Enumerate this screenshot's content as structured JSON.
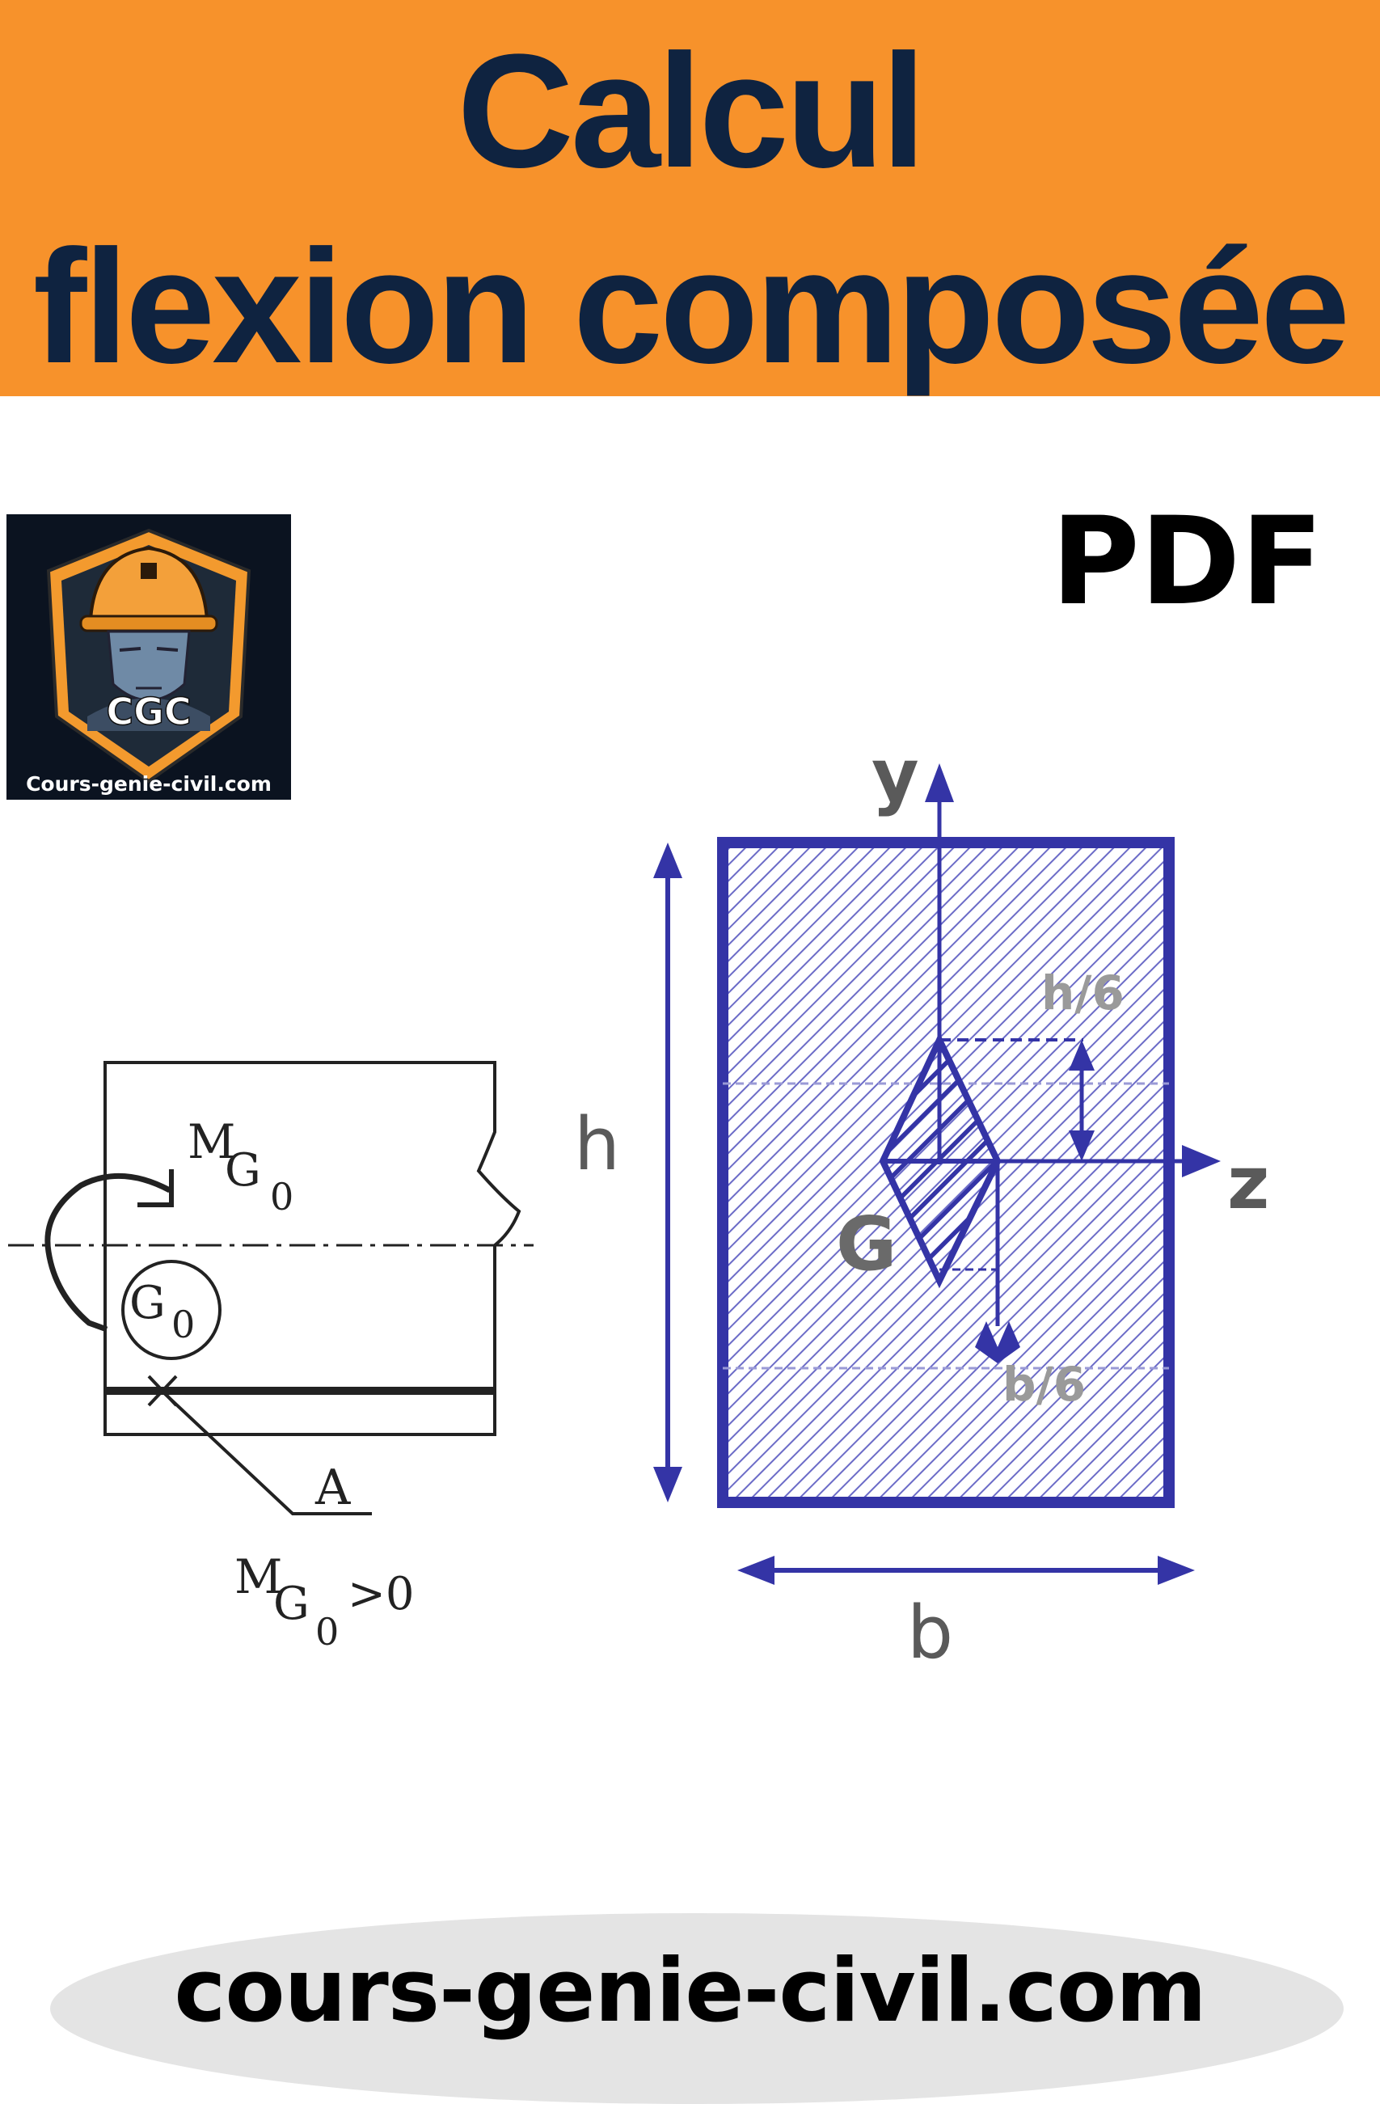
{
  "header": {
    "title_line1": "Calcul",
    "title_line2": "flexion composée",
    "background_color": "#f7922b",
    "text_color": "#0f2340"
  },
  "logo": {
    "monogram": "CGC",
    "caption": "Cours-genie-civil.com"
  },
  "badge": {
    "label": "PDF"
  },
  "beam_sketch": {
    "moment_symbol": "M",
    "moment_subscript_G": "G",
    "moment_subscript_0": "0",
    "centroid_label_G": "G",
    "centroid_label_0": "0",
    "rebar_label": "A",
    "condition_suffix": ">0"
  },
  "section": {
    "axis_y": "y",
    "axis_z": "z",
    "height_label": "h",
    "width_label": "b",
    "centroid": "G",
    "core_height_label": "h/6",
    "core_width_label": "b/6",
    "color": "#3434a6"
  },
  "footer": {
    "site": "cours-genie-civil.com"
  }
}
